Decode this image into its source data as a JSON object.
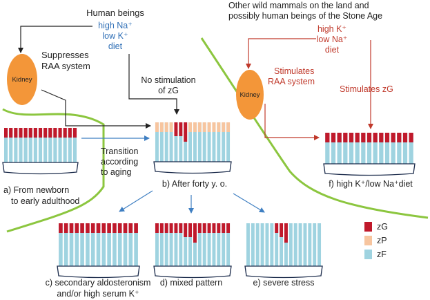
{
  "left_scenario": {
    "title": "Human beings",
    "diet": [
      "high Na⁺",
      "low K⁺",
      "diet"
    ],
    "organ": "Kidney",
    "effect": [
      "Suppresses",
      "RAA system"
    ],
    "no_stim": [
      "No stimulation",
      "of zG"
    ]
  },
  "right_scenario": {
    "title": [
      "Other wild mammals on the land and",
      "possibly human beings of the Stone Age"
    ],
    "diet": [
      "high K⁺",
      "low Na⁺",
      "diet"
    ],
    "organ": "Kidney",
    "effect": [
      "Stimulates",
      "RAA system"
    ],
    "effect2": "Stimulates zG"
  },
  "transition": [
    "Transition",
    "according",
    "to aging"
  ],
  "panels": {
    "a": {
      "label": [
        "a) From newborn",
        "to early adulthood"
      ],
      "cells": "GGGGGGGGGGGGGGG"
    },
    "b": {
      "label": [
        "b) After forty y. o."
      ],
      "cells": "PPPPXXLPPPPPPPPP"
    },
    "c": {
      "label": [
        "c) secondary aldosteronism",
        "and/or high serum K⁺"
      ],
      "cells": "GGGGGGGGGGGGGGG"
    },
    "d": {
      "label": [
        "d) mixed pattern"
      ],
      "cells": "GGGGGGXXLGGGGGGG"
    },
    "e": {
      "label": [
        "e) severe stress"
      ],
      "cells": "FFFFFFGXLFFFFFFF"
    },
    "f": {
      "label": [
        "f) high K⁺/low Na⁺diet"
      ],
      "cells": "GGGGGGGGGGGGGGG"
    }
  },
  "legend": [
    {
      "label": "zG",
      "color": "#c0192b"
    },
    {
      "label": "zP",
      "color": "#f7c59f"
    },
    {
      "label": "zF",
      "color": "#9fd3e0"
    }
  ],
  "colors": {
    "zG": "#c0192b",
    "zP": "#f7c59f",
    "zF": "#9fd3e0",
    "kidney": "#f39639",
    "divider": "#8cc63f",
    "blue_arrow": "#3f7fc2",
    "red_arrow": "#c0392b",
    "text_blue": "#2f6fb6",
    "text_red": "#c0392b"
  }
}
